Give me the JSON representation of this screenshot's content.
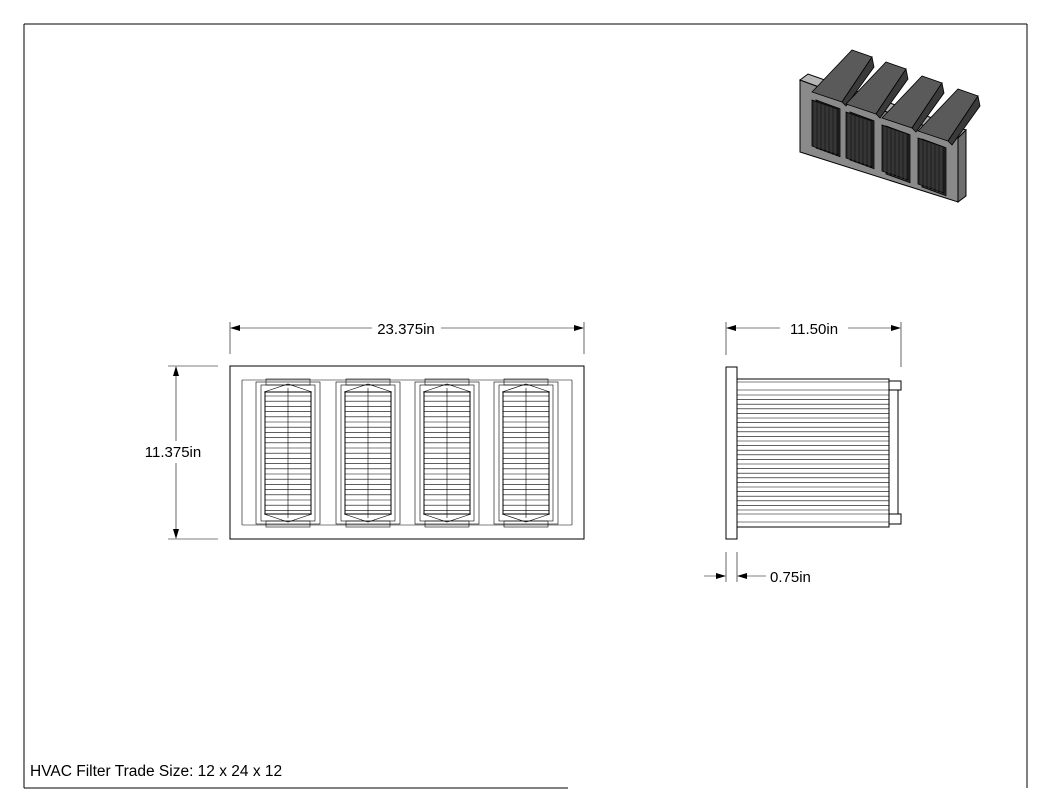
{
  "drawing": {
    "title_block": "HVAC Filter Trade Size: 12 x 24 x 12",
    "dimensions": {
      "width": "23.375in",
      "height": "11.375in",
      "depth": "11.50in",
      "frame_thickness": "0.75in"
    },
    "views": [
      "isometric-view",
      "front-view",
      "side-view"
    ],
    "pocket_count": 4
  }
}
